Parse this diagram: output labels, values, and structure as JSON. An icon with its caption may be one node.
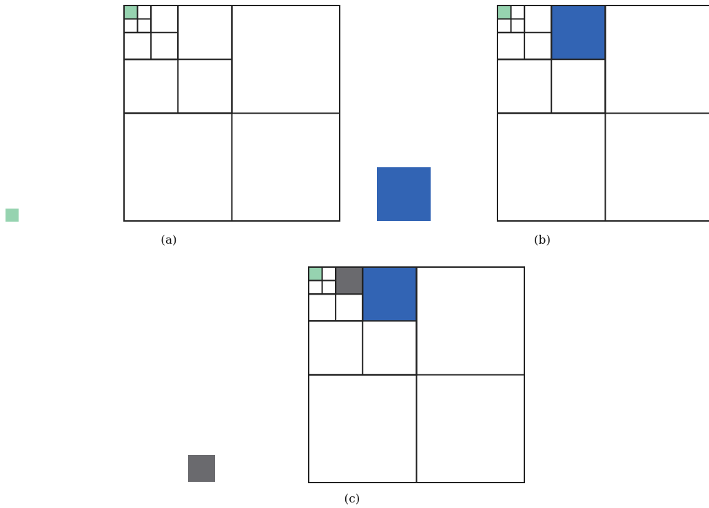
{
  "diagram": {
    "labels": [
      "(a)",
      "(b)",
      "(c)"
    ]
  }
}
